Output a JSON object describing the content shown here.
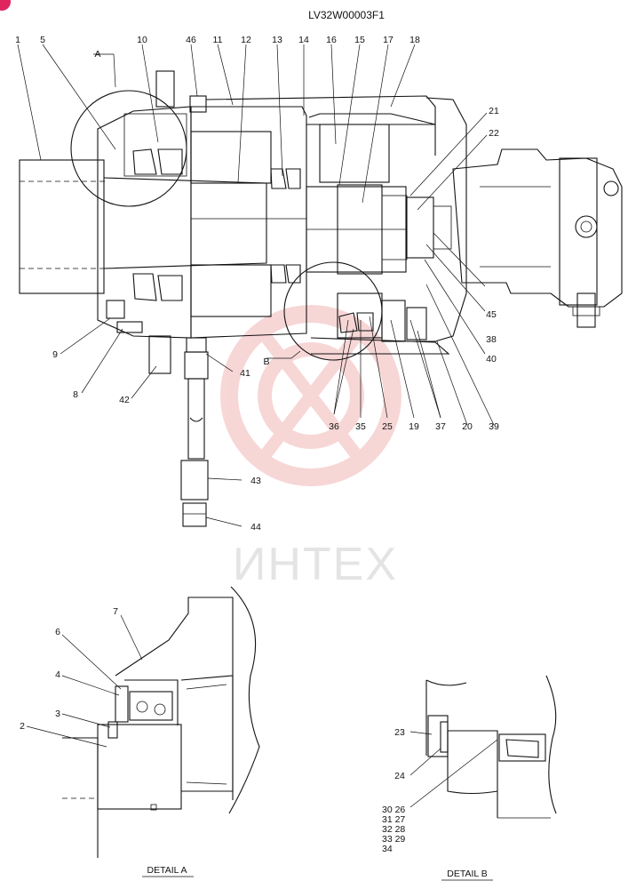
{
  "title": "LV32W00003F1",
  "watermark": "ИНТЕХ",
  "colors": {
    "watermark": "#f2b6b6",
    "lines": "#111111",
    "badge": "#e0245e"
  },
  "main_labels": [
    "1",
    "5",
    "10",
    "46",
    "11",
    "12",
    "13",
    "14",
    "16",
    "15",
    "17",
    "18",
    "21",
    "22",
    "45",
    "38",
    "40",
    "39",
    "20",
    "37",
    "19",
    "25",
    "35",
    "36",
    "41",
    "9",
    "8",
    "42",
    "43",
    "44"
  ],
  "detail_refs": [
    "A",
    "B"
  ],
  "detail_a": {
    "caption": "DETAIL A",
    "labels": [
      "7",
      "6",
      "4",
      "3",
      "2"
    ]
  },
  "detail_b": {
    "caption": "DETAIL B",
    "labels": [
      "23",
      "24"
    ],
    "parts_group": [
      "30 26",
      "31 27",
      "32 28",
      "33 29",
      "34"
    ]
  }
}
